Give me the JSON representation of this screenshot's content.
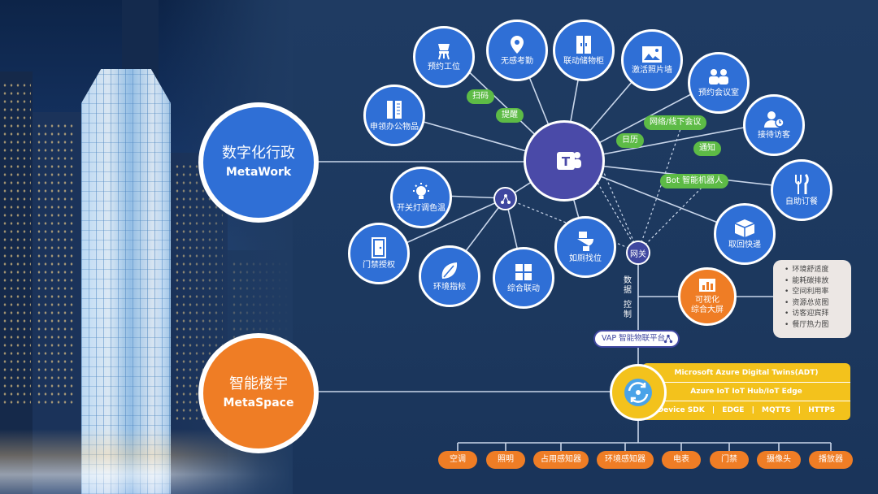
{
  "colors": {
    "bg": "#1f3b62",
    "blue": "#2f6fd6",
    "orange": "#ef7d25",
    "green": "#5dbb46",
    "purple": "#4a4aa8",
    "yellow": "#f3c21c"
  },
  "main": {
    "metawork": {
      "title": "数字化行政",
      "subtitle": "MetaWork"
    },
    "metaspace": {
      "title": "智能楼宇",
      "subtitle": "MetaSpace"
    }
  },
  "nodes": [
    {
      "id": "n1",
      "label": "预约工位",
      "icon": "chair-icon"
    },
    {
      "id": "n2",
      "label": "无感考勤",
      "icon": "location-pin-icon"
    },
    {
      "id": "n3",
      "label": "联动储物柜",
      "icon": "locker-icon"
    },
    {
      "id": "n4",
      "label": "激活照片墙",
      "icon": "photo-icon"
    },
    {
      "id": "n5",
      "label": "预约会议室",
      "icon": "meeting-icon"
    },
    {
      "id": "n6",
      "label": "接待访客",
      "icon": "visitor-icon"
    },
    {
      "id": "n7",
      "label": "申领办公物品",
      "icon": "office-supplies-icon"
    },
    {
      "id": "n8",
      "label": "自助订餐",
      "icon": "fork-knife-icon"
    },
    {
      "id": "n9",
      "label": "取回快递",
      "icon": "package-icon"
    },
    {
      "id": "n10",
      "label": "开关灯调色温",
      "icon": "lightbulb-icon"
    },
    {
      "id": "n11",
      "label": "门禁授权",
      "icon": "door-icon"
    },
    {
      "id": "n12",
      "label": "环境指标",
      "icon": "leaf-icon"
    },
    {
      "id": "n13",
      "label": "综合联动",
      "icon": "linkage-icon"
    },
    {
      "id": "n14",
      "label": "如厕找位",
      "icon": "toilet-icon"
    }
  ],
  "pills": [
    "扫码",
    "提醒",
    "网络/线下会议",
    "日历",
    "通知",
    "Bot 智能机器人"
  ],
  "gateway": "网关",
  "vertical_labels": {
    "data": "数据",
    "control": "控制"
  },
  "visual": {
    "label_line1": "可视化",
    "label_line2": "综合大屏",
    "icon": "bar-chart-icon"
  },
  "notes": [
    "环境舒适度",
    "能耗碳排放",
    "空间利用率",
    "资源总览图",
    "访客迎宾拜",
    "餐厅热力图"
  ],
  "vap": "VAP 智能物联平台",
  "azure": {
    "row1": "Microsoft Azure Digital Twins(ADT)",
    "row2": "Azure IoT IoT Hub/IoT Edge",
    "row3": [
      "Device SDK",
      "EDGE",
      "MQTTS",
      "HTTPS"
    ]
  },
  "devices": [
    "空调",
    "照明",
    "占用感知器",
    "环境感知器",
    "电表",
    "门禁",
    "摄像头",
    "播放器"
  ]
}
